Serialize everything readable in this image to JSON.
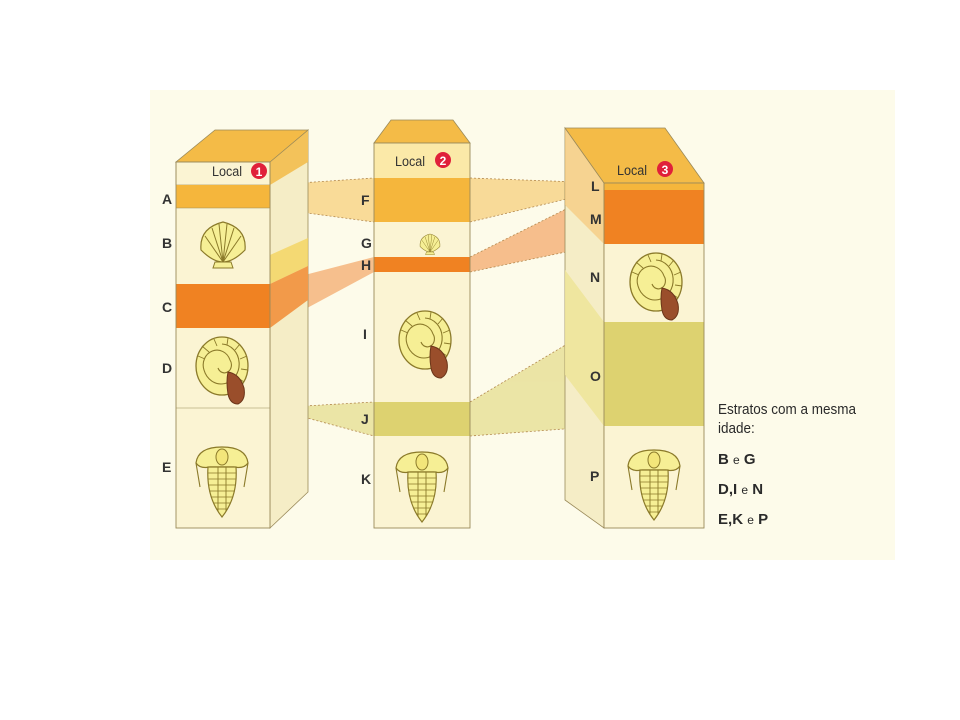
{
  "columns": [
    {
      "id": "col1",
      "label": "Local",
      "number": "1"
    },
    {
      "id": "col2",
      "label": "Local",
      "number": "2"
    },
    {
      "id": "col3",
      "label": "Local",
      "number": "3"
    }
  ],
  "layers": {
    "col1": [
      "A",
      "B",
      "C",
      "D",
      "E"
    ],
    "col2": [
      "F",
      "G",
      "H",
      "I",
      "J",
      "K"
    ],
    "col3": [
      "L",
      "M",
      "N",
      "O",
      "P"
    ]
  },
  "legend": {
    "title": "Estratos com a mesma idade:",
    "rows": [
      {
        "a": "B",
        "sep1": "e",
        "b": "G"
      },
      {
        "a": "D,",
        "b": "I",
        "sep1": "e",
        "c": "N"
      },
      {
        "a": "E,",
        "b": "K",
        "sep1": "e",
        "c": "P"
      }
    ]
  },
  "colors": {
    "background": "#fdfbea",
    "cream": "#fbf4d3",
    "top_yellow": "#f5b63c",
    "orange": "#f08222",
    "olive": "#ddd270",
    "badge_red": "#e0203a"
  },
  "icons": [
    "scallop-shell-icon",
    "ammonite-icon",
    "trilobite-icon"
  ]
}
